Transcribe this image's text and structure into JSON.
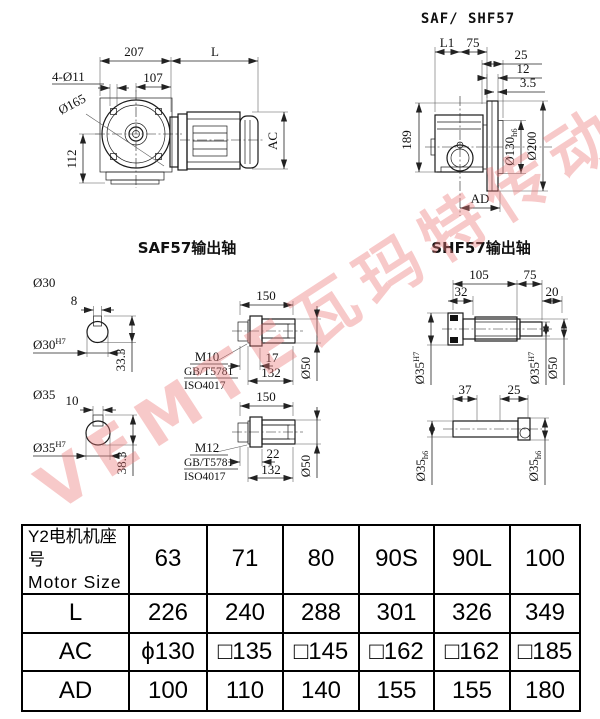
{
  "title": "SAF/ SHF57",
  "watermark": "VEMTE瓦玛特传动",
  "front_view": {
    "d207": "207",
    "dL": "L",
    "holes": "4-Ø11",
    "d107": "107",
    "flange": "Ø165",
    "d112": "112",
    "dAC": "AC"
  },
  "side_view": {
    "dL1": "L1",
    "d75": "75",
    "d25": "25",
    "d12": "12",
    "d35": "3.5",
    "d189": "189",
    "d130": "Ø130",
    "d130tol": "h6",
    "d200": "Ø200",
    "dAD": "AD"
  },
  "saf": {
    "title": "SAF57输出轴",
    "b30": {
      "label": "Ø30",
      "key": "8",
      "fit": "Ø30",
      "tol": "H7",
      "h": "33.3"
    },
    "b35": {
      "label": "Ø35",
      "key": "10",
      "fit": "Ø35",
      "tol": "H7",
      "h": "38.3"
    },
    "s1": {
      "len": "150",
      "d1": "17",
      "d2": "132",
      "od": "Ø50",
      "thread": "M10",
      "std1": "GB/T5781",
      "std2": "ISO4017"
    },
    "s2": {
      "len": "150",
      "d1": "22",
      "d2": "132",
      "od": "Ø50",
      "thread": "M12",
      "std1": "GB/T5781",
      "std2": "ISO4017"
    }
  },
  "shf": {
    "title": "SHF57输出轴",
    "top": {
      "d105": "105",
      "d75": "75",
      "d32": "32",
      "d20": "20",
      "fitL": "Ø35",
      "fitLtol": "H7",
      "fitR": "Ø35",
      "fitRtol": "H7",
      "od": "Ø50"
    },
    "bot": {
      "d37": "37",
      "d25": "25",
      "fitL": "Ø35",
      "fitLtol": "h6",
      "fitR": "Ø35",
      "fitRtol": "h6"
    }
  },
  "table": {
    "header_line1": "Y2电机机座号",
    "header_line2": "Motor Size",
    "sizes": [
      "63",
      "71",
      "80",
      "90S",
      "90L",
      "100"
    ],
    "rows": [
      {
        "label": "L",
        "values": [
          "226",
          "240",
          "288",
          "301",
          "326",
          "349"
        ]
      },
      {
        "label": "AC",
        "values": [
          "ϕ130",
          "□135",
          "□145",
          "□162",
          "□162",
          "□185"
        ]
      },
      {
        "label": "AD",
        "values": [
          "100",
          "110",
          "140",
          "155",
          "155",
          "180"
        ]
      }
    ]
  }
}
